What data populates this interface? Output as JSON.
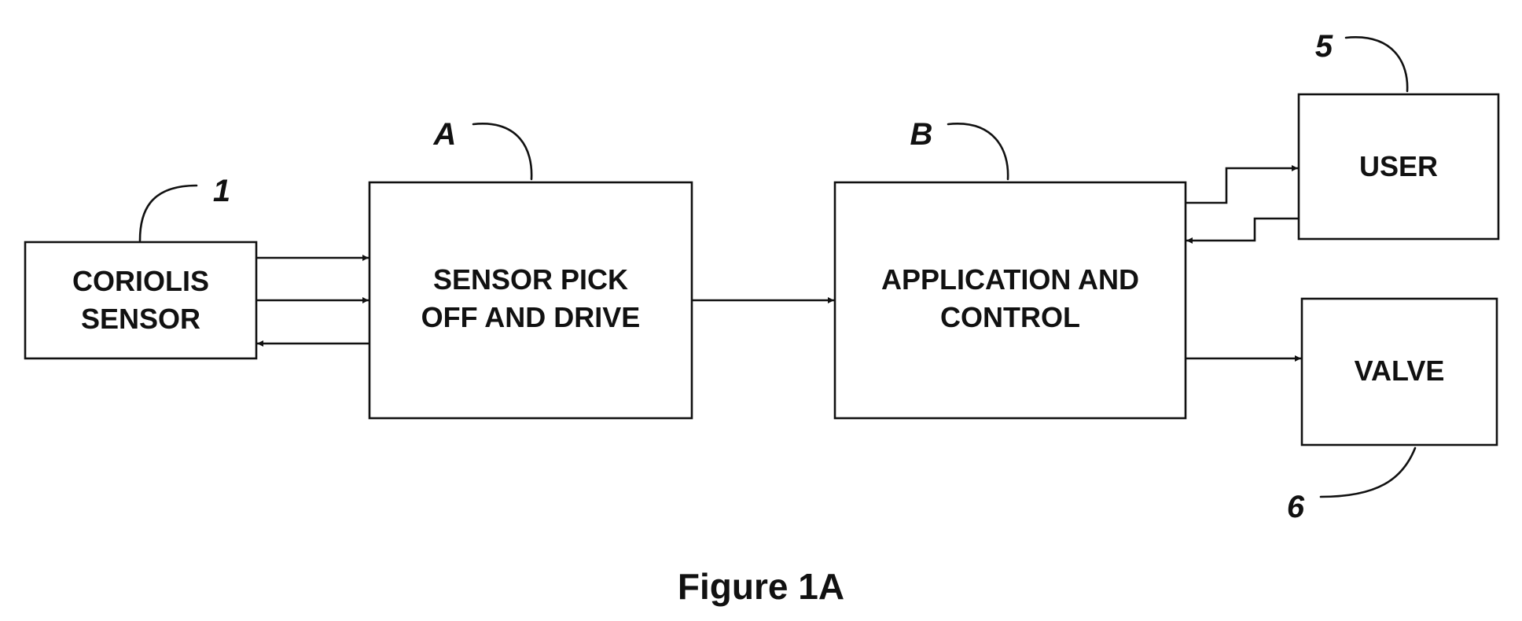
{
  "blocks": {
    "coriolis_sensor": {
      "line1": "CORIOLIS",
      "line2": "SENSOR"
    },
    "pickoff_drive": {
      "line1": "SENSOR PICK",
      "line2": "OFF AND DRIVE"
    },
    "application_control": {
      "line1": "APPLICATION AND",
      "line2": "CONTROL"
    },
    "user": {
      "label": "USER"
    },
    "valve": {
      "label": "VALVE"
    }
  },
  "references": {
    "coriolis_sensor": "1",
    "pickoff_drive": "A",
    "application_control": "B",
    "user": "5",
    "valve": "6"
  },
  "caption": "Figure 1A"
}
